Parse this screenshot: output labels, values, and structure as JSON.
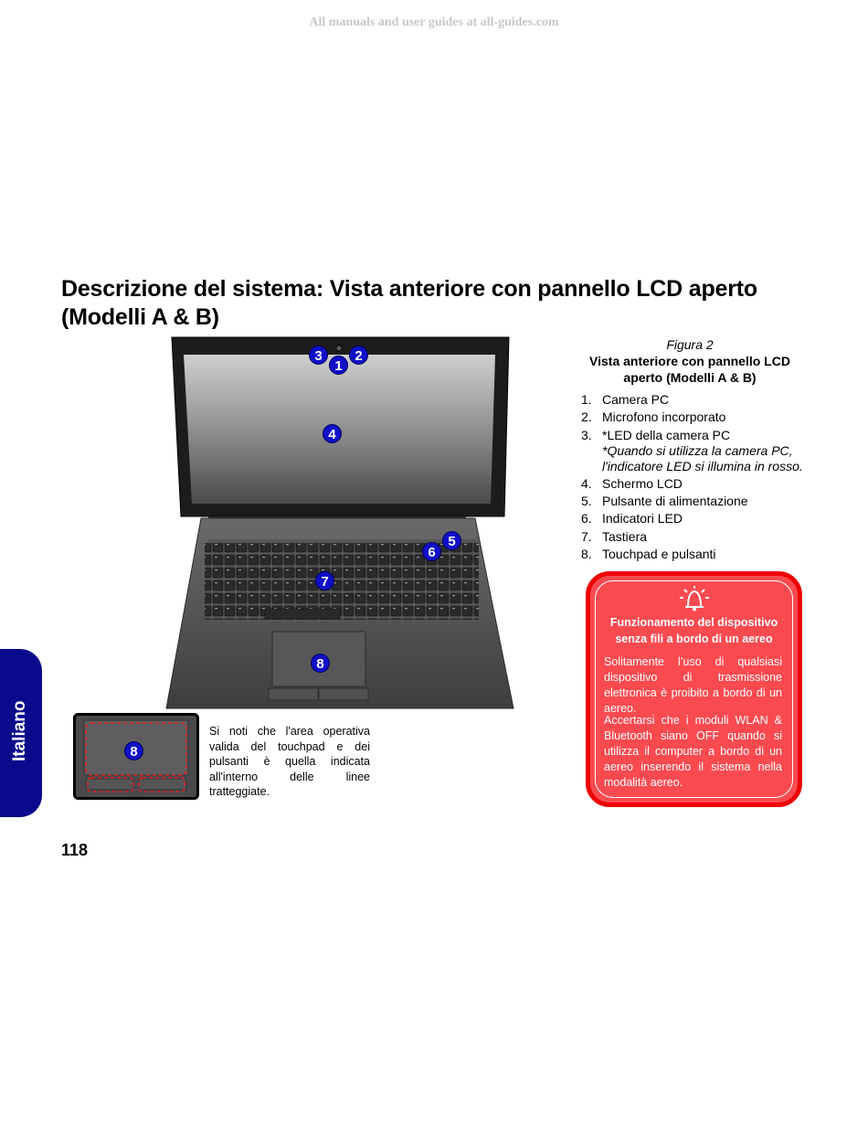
{
  "watermark": "All manuals and user guides at all-guides.com",
  "title_line1": "Descrizione del sistema: Vista anteriore con pannello LCD aperto",
  "title_line2": "(Modelli A & B)",
  "figure": {
    "number": "Figura 2",
    "title_line1": "Vista anteriore con pannello LCD",
    "title_line2": "aperto (Modelli A & B)"
  },
  "callouts": [
    "1",
    "2",
    "3",
    "4",
    "5",
    "6",
    "7",
    "8"
  ],
  "parts": [
    {
      "num": "1.",
      "label": "Camera PC"
    },
    {
      "num": "2.",
      "label": "Microfono incorporato"
    },
    {
      "num": "3.",
      "label": "*LED della camera PC",
      "note_line1": "*Quando si utilizza la camera PC,",
      "note_line2": "l'indicatore LED si illumina in rosso."
    },
    {
      "num": "4.",
      "label": "Schermo LCD"
    },
    {
      "num": "5.",
      "label": "Pulsante di alimentazione"
    },
    {
      "num": "6.",
      "label": "Indicatori LED"
    },
    {
      "num": "7.",
      "label": "Tastiera"
    },
    {
      "num": "8.",
      "label": "Touchpad e pulsanti"
    }
  ],
  "warning": {
    "icon": "alarm-bell-icon",
    "title_line1": "Funzionamento del dispositivo",
    "title_line2": "senza fili a bordo di un aereo",
    "paragraph1": "Solitamente l’uso di qualsiasi dispositivo di trasmissione elettronica è proibito a bordo di un aereo.",
    "paragraph2": "Accertarsi che i moduli WLAN & Bluetooth siano OFF quando si utilizza il computer a bordo di un aereo inserendo il sistema nella modalità aereo."
  },
  "touchpad_note": "Si noti che l'area operativa valida del touchpad e dei pulsanti è quella indicata all'interno delle linee tratteggiate.",
  "touchpad_callout": "8",
  "side_tab": "Italiano",
  "page_number": "118",
  "colors": {
    "warning_bg": "#f94a50",
    "warning_border": "#ee0000",
    "callout": "#1010c8",
    "side_tab": "#0a0a8c"
  }
}
